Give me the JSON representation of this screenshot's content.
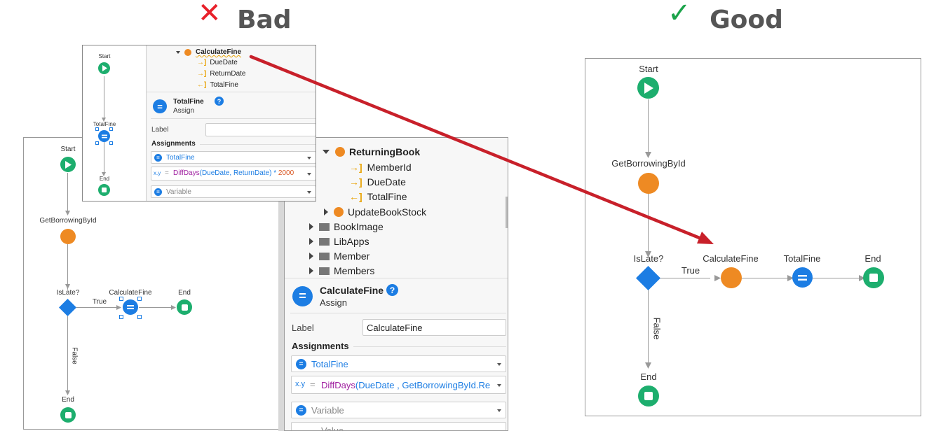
{
  "headings": {
    "bad_mark": "✕",
    "bad": "Bad",
    "good_mark": "✓",
    "good": "Good"
  },
  "colors": {
    "bad_mark": "#e8202a",
    "good_mark": "#1aa34a",
    "arrow": "#c8202a",
    "start_end": "#1dae6e",
    "action": "#ee8a23",
    "assign": "#1c7de3",
    "expression_fn": "#a020a0",
    "expression_num": "#d9541e",
    "link": "#1c7de3"
  },
  "good_flow": {
    "start": "Start",
    "get": "GetBorrowingById",
    "if": "IsLate?",
    "true": "True",
    "false": "False",
    "calc": "CalculateFine",
    "assign": "TotalFine",
    "end_right": "End",
    "end_bottom": "End"
  },
  "bad_flow": {
    "start": "Start",
    "get": "GetBorrowingById",
    "if": "IsLate?",
    "true": "True",
    "false": "False",
    "calc": "CalculateFine",
    "end_right": "End",
    "end_bottom": "End"
  },
  "bad_props": {
    "tree": {
      "root": "ReturningBook",
      "params": [
        "MemberId",
        "DueDate",
        "TotalFine"
      ],
      "action2": "UpdateBookStock",
      "folders": [
        "BookImage",
        "LibApps",
        "Member",
        "Members"
      ]
    },
    "header_title": "CalculateFine",
    "header_sub": "Assign",
    "help": "?",
    "label_caption": "Label",
    "label_value": "CalculateFine",
    "assignments_caption": "Assignments",
    "assign_var": "TotalFine",
    "expr_prefix": "x.y",
    "expr_eq": "=",
    "expr_fn": "DiffDays",
    "expr_rest": "(DueDate , GetBorrowingById.Re",
    "var_placeholder": "Variable",
    "val_placeholder": "Value"
  },
  "inset": {
    "flow": {
      "start": "Start",
      "assign": "TotalFine",
      "end": "End"
    },
    "tree": {
      "root": "CalculateFine",
      "params": [
        "DueDate",
        "ReturnDate",
        "TotalFine"
      ]
    },
    "header_title": "TotalFine",
    "header_sub": "Assign",
    "help": "?",
    "label_caption": "Label",
    "assignments_caption": "Assignments",
    "assign_var": "TotalFine",
    "expr_prefix": "x.y",
    "expr_eq": "=",
    "expr_fn": "DiffDays",
    "expr_mid": "(DueDate, ReturnDate) * ",
    "expr_num": "2000",
    "var_placeholder": "Variable"
  }
}
